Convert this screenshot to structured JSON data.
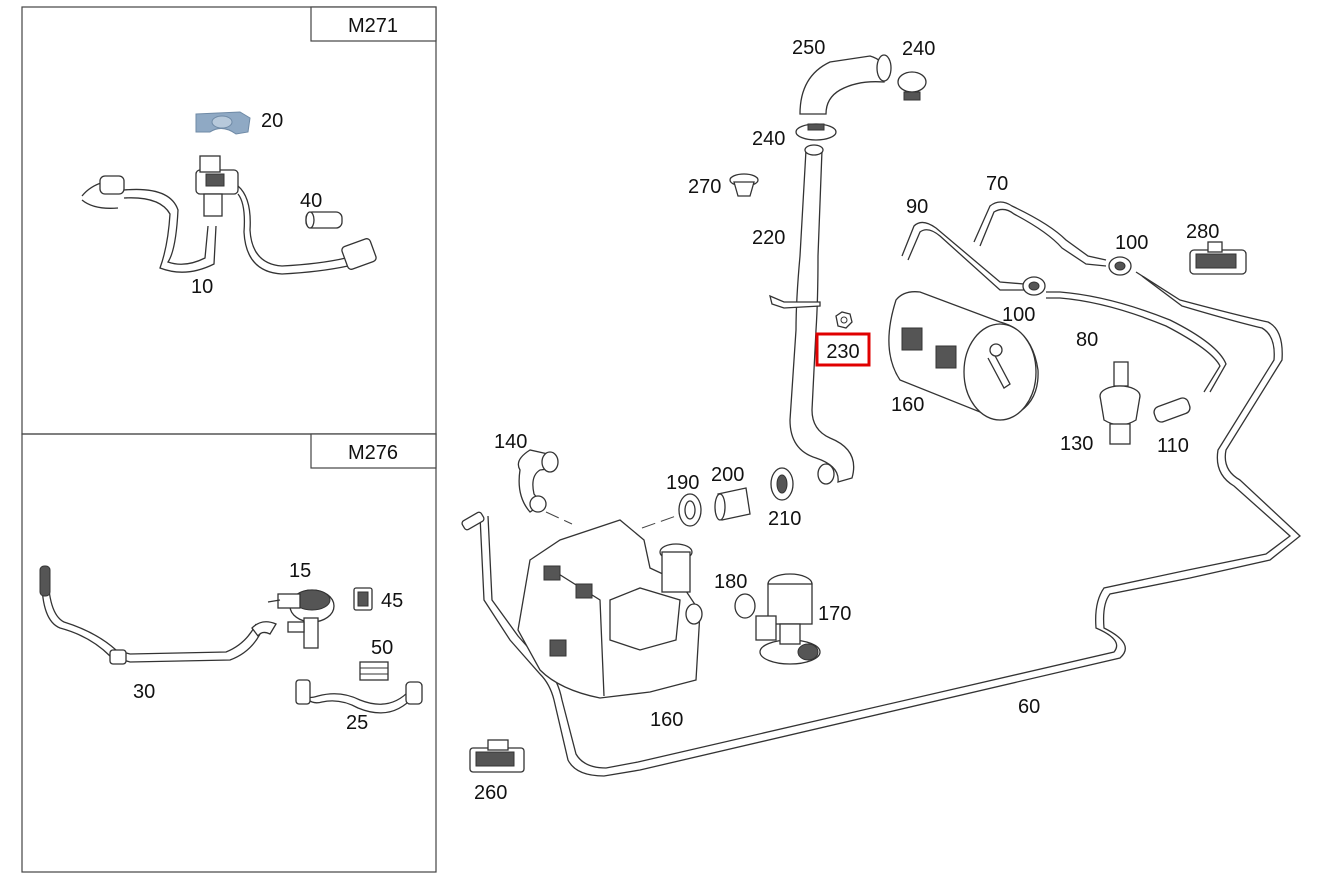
{
  "panels": [
    {
      "title": "M271"
    },
    {
      "title": "M276"
    }
  ],
  "labels": [
    "20",
    "40",
    "10",
    "15",
    "45",
    "50",
    "30",
    "25",
    "250",
    "240",
    "240",
    "270",
    "220",
    "230",
    "90",
    "70",
    "100",
    "280",
    "100",
    "80",
    "160",
    "130",
    "110",
    "140",
    "190",
    "200",
    "210",
    "180",
    "170",
    "160",
    "60",
    "260"
  ],
  "highlight": {
    "label": "230",
    "color": "#e00000"
  },
  "colors": {
    "accent_part": "#8fa9c4",
    "line": "#333333"
  }
}
